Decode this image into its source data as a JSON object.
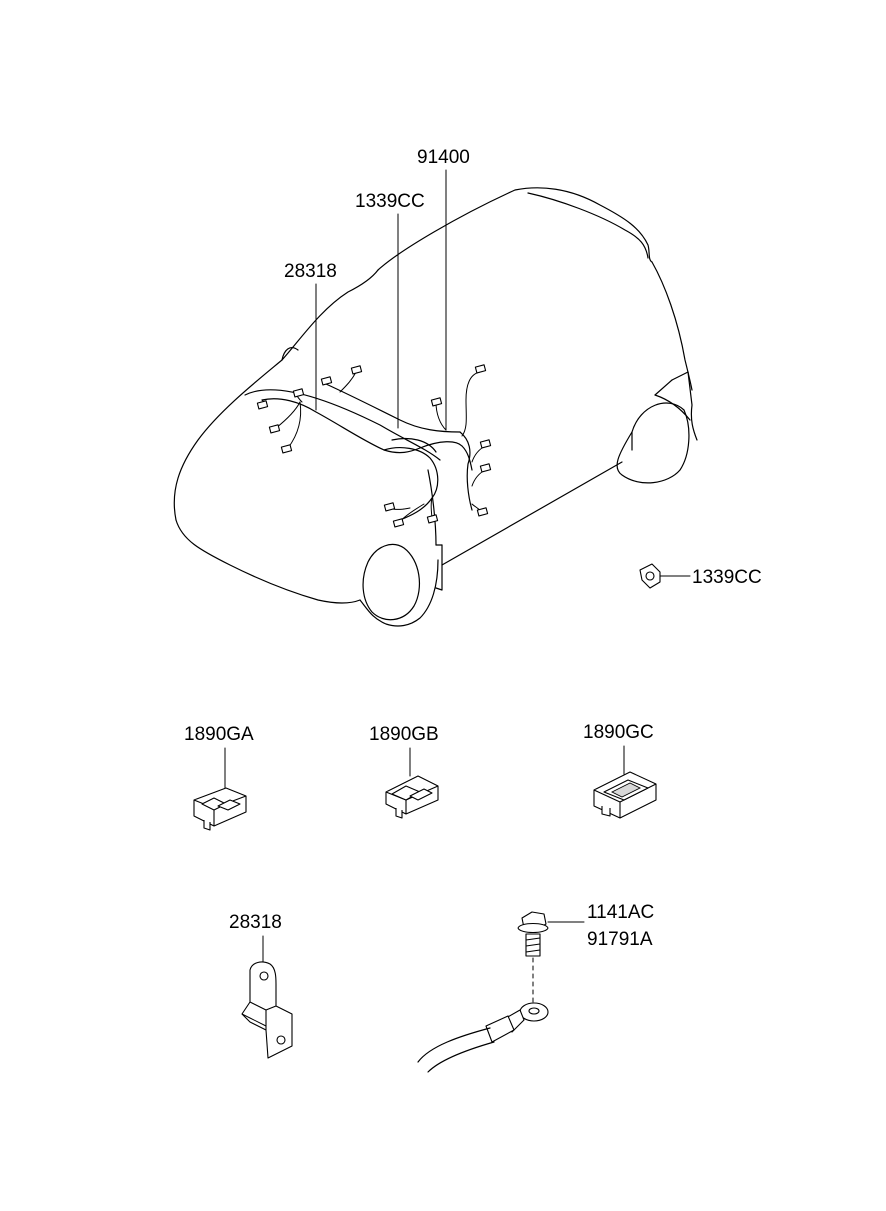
{
  "labels": {
    "harness_main": "91400",
    "clip_car": "1339CC",
    "bracket_car": "28318",
    "clip_single": "1339CC",
    "conn_a": "1890GA",
    "conn_b": "1890GB",
    "conn_c": "1890GC",
    "bracket_single": "28318",
    "bolt_1": "1141AC",
    "bolt_2": "91791A"
  }
}
